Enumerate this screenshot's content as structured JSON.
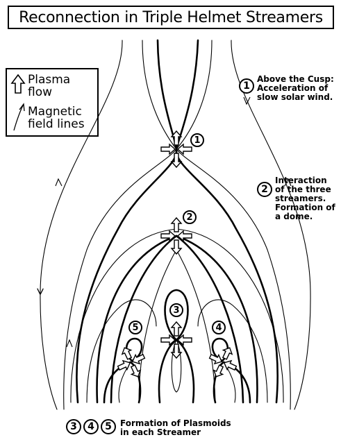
{
  "title": "Reconnection in Triple Helmet Streamers",
  "legend": {
    "plasma_flow_label": "Plasma\nflow",
    "field_lines_label": "Magnetic\nfield lines"
  },
  "notes": {
    "n1_number": "1",
    "n1_text": "Above the Cusp:\nAcceleration of\nslow solar wind.",
    "n2_number": "2",
    "n2_text": "Interaction\nof the three\nstreamers.\nFormation of\na dome.",
    "n345_numbers": [
      "3",
      "4",
      "5"
    ],
    "n345_text": "Formation of Plasmoids\nin each Streamer"
  },
  "markers": [
    "1",
    "2",
    "3",
    "4",
    "5"
  ],
  "icons": [
    "plasma-flow-arrow-icon",
    "field-line-arrow-icon"
  ],
  "colors": {
    "ink": "#000000",
    "background": "#ffffff"
  }
}
